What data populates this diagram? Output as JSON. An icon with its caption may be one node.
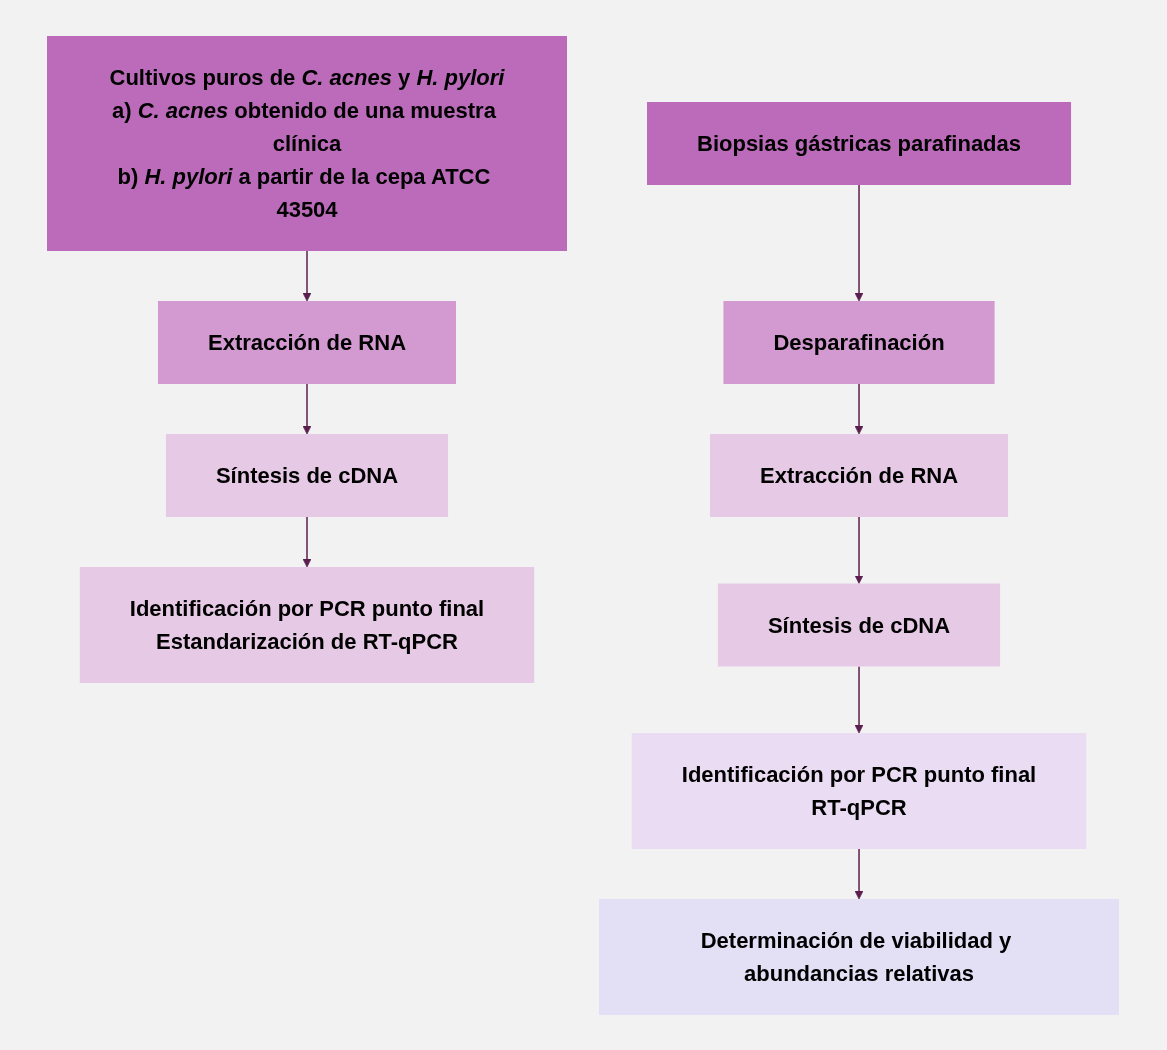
{
  "diagram": {
    "nodes": [
      {
        "text": [
          "Cultivos puros de *C. acnes* y *H. pylori*",
          "a) *C. acnes* obtenido de una muestra clínica",
          "b) *H. pylori* a partir de la cepa ATCC 43504"
        ]
      },
      {
        "text": [
          "Extracción de RNA"
        ]
      },
      {
        "text": [
          "Síntesis de cDNA"
        ]
      },
      {
        "text": [
          "Identificación por PCR punto final",
          "Estandarización de RT-qPCR"
        ]
      },
      {
        "text": [
          "Biopsias gástricas parafinadas"
        ]
      },
      {
        "text": [
          "Desparafinación"
        ]
      },
      {
        "text": [
          "Extracción de RNA"
        ]
      },
      {
        "text": [
          "Síntesis de cDNA"
        ]
      },
      {
        "text": [
          "Identificación por PCR punto final",
          "RT-qPCR"
        ]
      },
      {
        "text": [
          "Determinación de viabilidad y abundancias relativas"
        ]
      }
    ],
    "edges": [
      {
        "from": 0,
        "to": 1,
        "arrow": "to"
      },
      {
        "from": 1,
        "to": 2,
        "arrow": "to"
      },
      {
        "from": 2,
        "to": 3,
        "arrow": "to"
      },
      {
        "from": 4,
        "to": 5,
        "arrow": "to"
      },
      {
        "from": 5,
        "to": 6,
        "arrow": "to"
      },
      {
        "from": 6,
        "to": 7,
        "arrow": "to"
      },
      {
        "from": 7,
        "to": 8,
        "arrow": "to"
      },
      {
        "from": 8,
        "to": 9,
        "arrow": "to"
      }
    ]
  }
}
